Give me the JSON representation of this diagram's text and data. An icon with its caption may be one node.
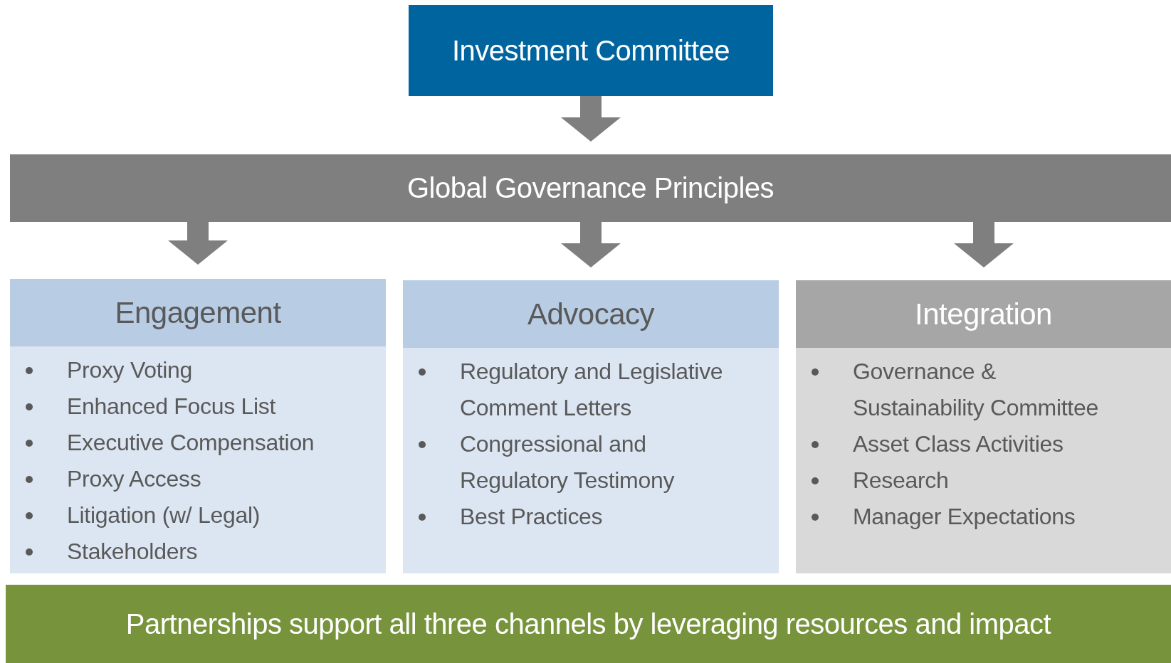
{
  "diagram": {
    "nodes": [
      {
        "text": [
          "Investment Committee"
        ]
      },
      {
        "text": [
          "Global Governance Principles"
        ]
      },
      {
        "text": [
          "Engagement",
          "Proxy Voting",
          "Enhanced Focus List",
          "Executive Compensation",
          "Proxy Access",
          "Litigation (w/ Legal)",
          "Stakeholders"
        ]
      },
      {
        "text": [
          "Advocacy",
          "Regulatory and Legislative Comment Letters",
          "Congressional and Regulatory Testimony",
          "Best Practices"
        ]
      },
      {
        "text": [
          "Integration",
          "Governance & Sustainability Committee",
          "Asset Class Activities",
          "Research",
          "Manager Expectations"
        ]
      },
      {
        "text": [
          "Partnerships support all three channels by leveraging resources and impact"
        ]
      }
    ],
    "edges": [
      {
        "from": 0,
        "to": 1,
        "arrow": "to"
      },
      {
        "from": 1,
        "to": 2,
        "arrow": "to"
      },
      {
        "from": 1,
        "to": 3,
        "arrow": "to"
      },
      {
        "from": 1,
        "to": 4,
        "arrow": "to"
      }
    ]
  }
}
